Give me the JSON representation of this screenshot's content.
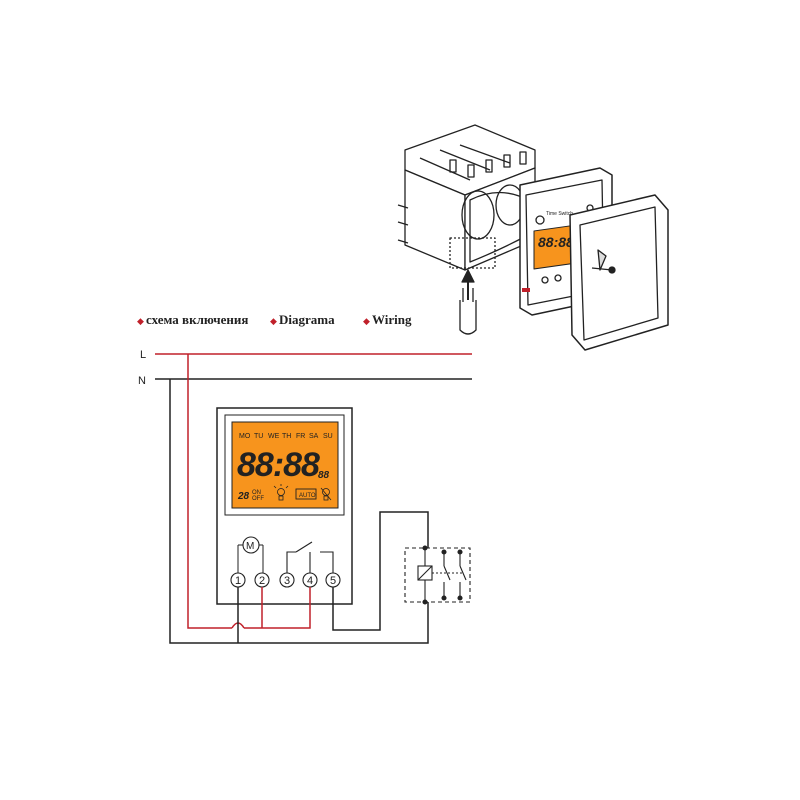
{
  "headers": {
    "russian": "схема включения",
    "spanish": "Diagrama",
    "english": "Wiring",
    "bullet": "◆"
  },
  "lines": {
    "live": "L",
    "neutral": "N"
  },
  "lcd": {
    "days": [
      "MO",
      "TU",
      "WE",
      "TH",
      "FR",
      "SA",
      "SU"
    ],
    "main_digits": "88:88",
    "small_digits": "88",
    "indicator_digits": "28",
    "on_label": "ON",
    "off_label": "OFF",
    "auto_label": "AUTO"
  },
  "terminals": [
    "1",
    "2",
    "3",
    "4",
    "5"
  ],
  "motor_label": "M",
  "device_3d": {
    "panel_title": "Time Switch",
    "panel_digits": "88:88"
  },
  "colors": {
    "live_wire": "#c0202a",
    "lcd_orange": "#f7941d",
    "line": "#222222"
  }
}
